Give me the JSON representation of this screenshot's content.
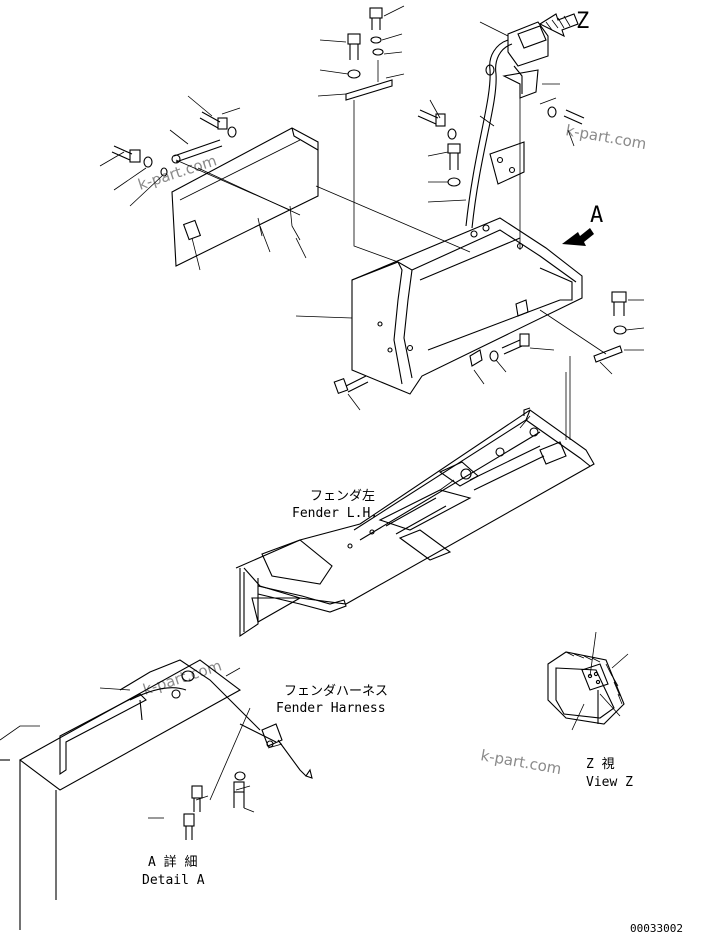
{
  "labels": {
    "fender_lh_jp": "フェンダ左",
    "fender_lh_en": "Fender L.H.",
    "fender_harness_jp": "フェンダハーネス",
    "fender_harness_en": "Fender Harness",
    "view_a_marker": "A",
    "view_z_marker": "Z",
    "detail_a_jp": "A 詳 細",
    "detail_a_en": "Detail A",
    "view_z_jp": "Z 視",
    "view_z_en": "View Z",
    "drawing_number": "00033002"
  },
  "watermarks": [
    "k-part.com",
    "k-part.com",
    "k-part.com",
    "k-part.com"
  ],
  "icons": {
    "view_arrow_z": "hatched-arrow-icon",
    "view_arrow_a": "solid-arrow-icon"
  }
}
